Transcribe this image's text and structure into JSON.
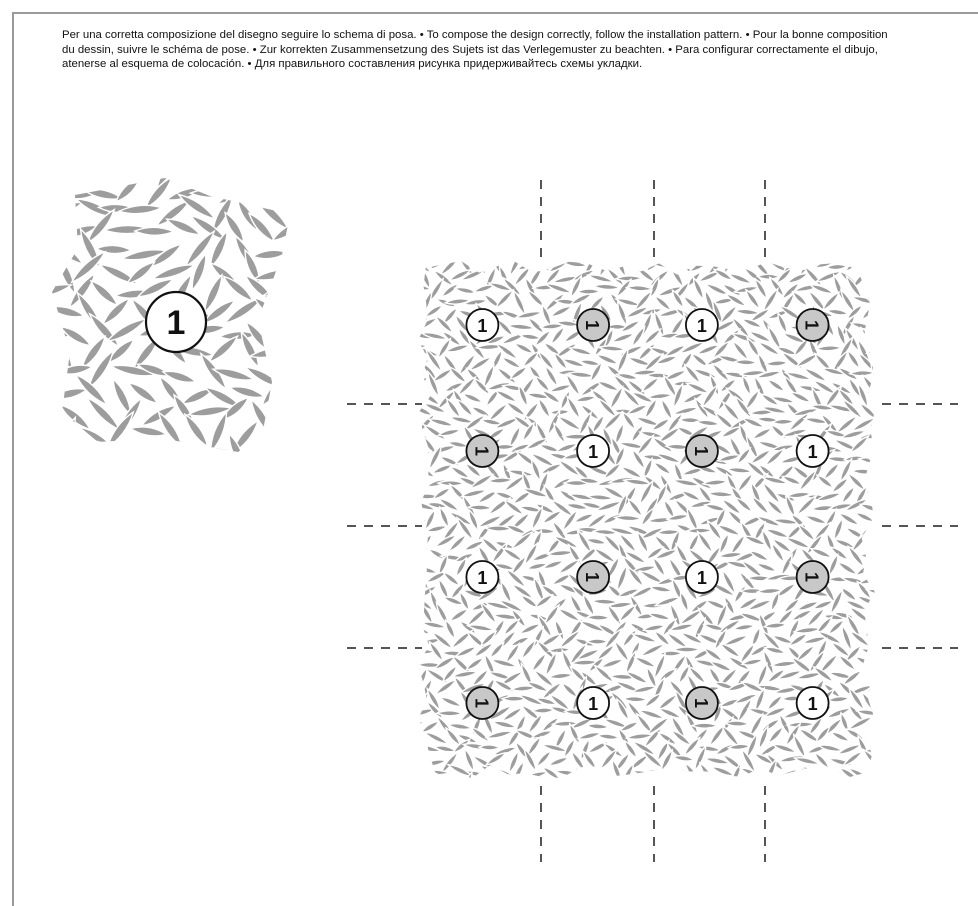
{
  "instructions": {
    "it": "Per una corretta composizione del disegno seguire lo schema di posa. •",
    "en": "To compose the design correctly, follow the installation pattern. •",
    "fr": "Pour la bonne composition du dessin, suivre le schéma de pose. •",
    "de": "Zur korrekten Zusammensetzung des Sujets ist das Verlegemuster zu beachten. •",
    "es": "Para configurar correctamente el dibujo, atenerse al esquema de colocación. •",
    "ru": "Для правильного составления рисунка придерживайтесь схемы укладки."
  },
  "single_tile": {
    "label": "1"
  },
  "grid": {
    "rows": 4,
    "cols": 4,
    "tile_label": "1",
    "rotation_pattern": [
      [
        "normal",
        "rotated",
        "normal",
        "rotated"
      ],
      [
        "rotated",
        "normal",
        "rotated",
        "normal"
      ],
      [
        "normal",
        "rotated",
        "normal",
        "rotated"
      ],
      [
        "rotated",
        "normal",
        "rotated",
        "normal"
      ]
    ]
  },
  "colors": {
    "leaf": "#9d9d9d",
    "badge_normal_fill": "#ffffff",
    "badge_rotated_fill": "#c8c8c8",
    "badge_stroke": "#111111",
    "guide_line": "#555555",
    "frame": "#9a9a9a"
  }
}
